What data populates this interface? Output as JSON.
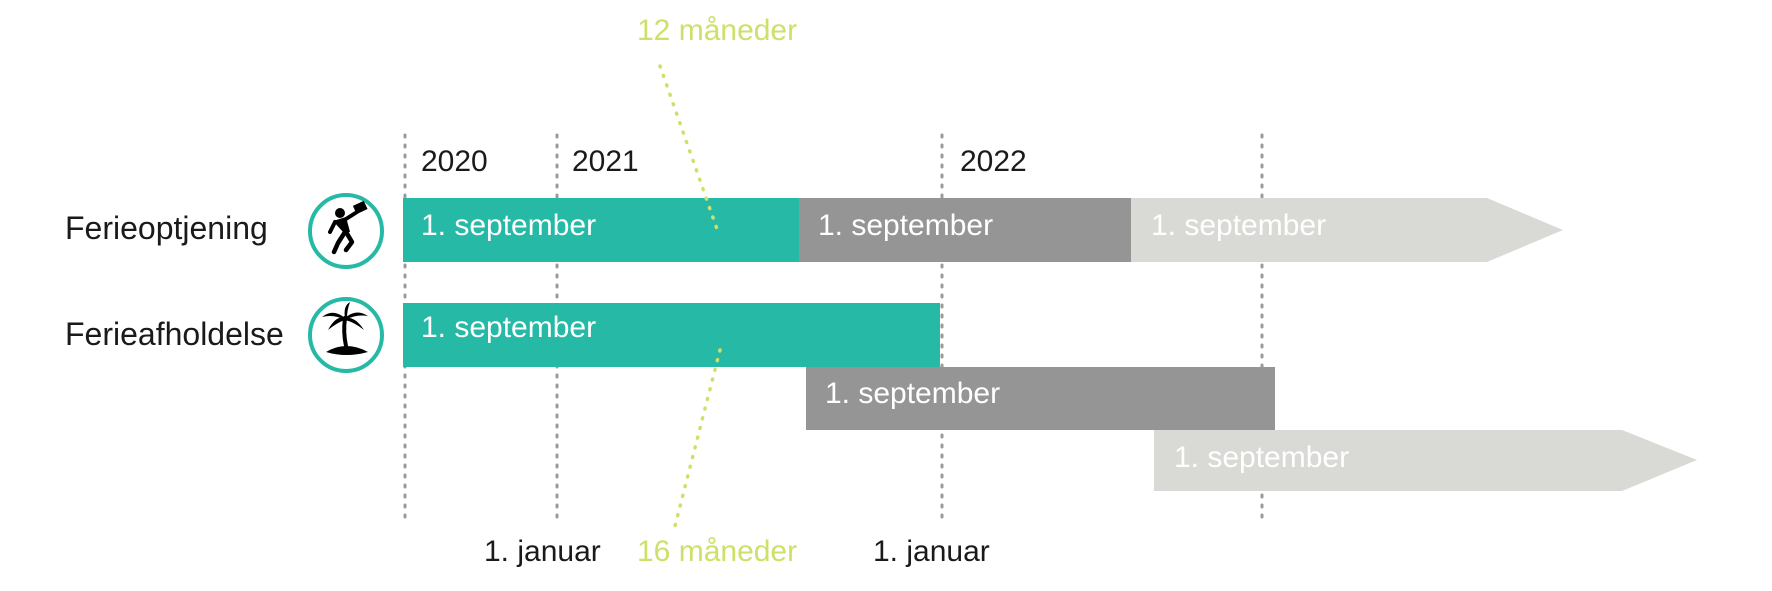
{
  "colors": {
    "teal": "#25b9a6",
    "gray": "#959595",
    "light_gray": "#d9d9d5",
    "accent_lime": "#cfe06a",
    "divider": "#9a9a9a",
    "text": "#1a1a1a",
    "bar_text": "#ffffff"
  },
  "years": [
    "2020",
    "2021",
    "2022"
  ],
  "rows": [
    {
      "label": "Ferieoptjening",
      "icon": "person-working-icon"
    },
    {
      "label": "Ferieafholdelse",
      "icon": "palm-island-icon"
    }
  ],
  "bars": {
    "optjening_1": "1. september",
    "optjening_2": "1. september",
    "optjening_3": "1. september",
    "afholdelse_1": "1. september",
    "afholdelse_2": "1. september",
    "afholdelse_3": "1. september"
  },
  "annotations": {
    "top": "12 måneder",
    "bottom": "16 måneder"
  },
  "bottom_labels": [
    "1. januar",
    "1. januar"
  ]
}
